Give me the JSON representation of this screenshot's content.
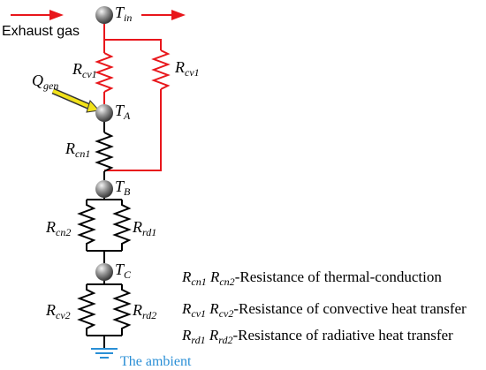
{
  "diagram": {
    "exhaust_label": "Exhaust gas",
    "nodes": {
      "t_in": {
        "main": "T",
        "sub": "in"
      },
      "t_a": {
        "main": "T",
        "sub": "A"
      },
      "t_b": {
        "main": "T",
        "sub": "B"
      },
      "t_c": {
        "main": "T",
        "sub": "C"
      }
    },
    "heat_source": {
      "main": "Q",
      "sub": "gen"
    },
    "resistors": {
      "rcv1_left": {
        "main": "R",
        "sub": "cv1"
      },
      "rcv1_right": {
        "main": "R",
        "sub": "cv1"
      },
      "rcn1": {
        "main": "R",
        "sub": "cn1"
      },
      "rcn2": {
        "main": "R",
        "sub": "cn2"
      },
      "rrd1": {
        "main": "R",
        "sub": "rd1"
      },
      "rcv2": {
        "main": "R",
        "sub": "cv2"
      },
      "rrd2": {
        "main": "R",
        "sub": "rd2"
      }
    },
    "ground_label": "The ambient",
    "legend": [
      {
        "r1": {
          "main": "R",
          "sub": "cn1"
        },
        "r2": {
          "main": "R",
          "sub": "cn2"
        },
        "text": "-Resistance of thermal-conduction"
      },
      {
        "r1": {
          "main": "R",
          "sub": "cv1"
        },
        "r2": {
          "main": "R",
          "sub": "cv2"
        },
        "text": "-Resistance of convective heat transfer"
      },
      {
        "r1": {
          "main": "R",
          "sub": "rd1"
        },
        "r2": {
          "main": "R",
          "sub": "rd2"
        },
        "text": "-Resistance of radiative heat transfer"
      }
    ],
    "colors": {
      "red_branch": "#e8161b",
      "black_branch": "#000000",
      "arrow": "#e8161b",
      "heat_arrow": "#f2e21a",
      "ambient": "#2a8fd6",
      "node_fill": "#8a8a8a"
    }
  }
}
